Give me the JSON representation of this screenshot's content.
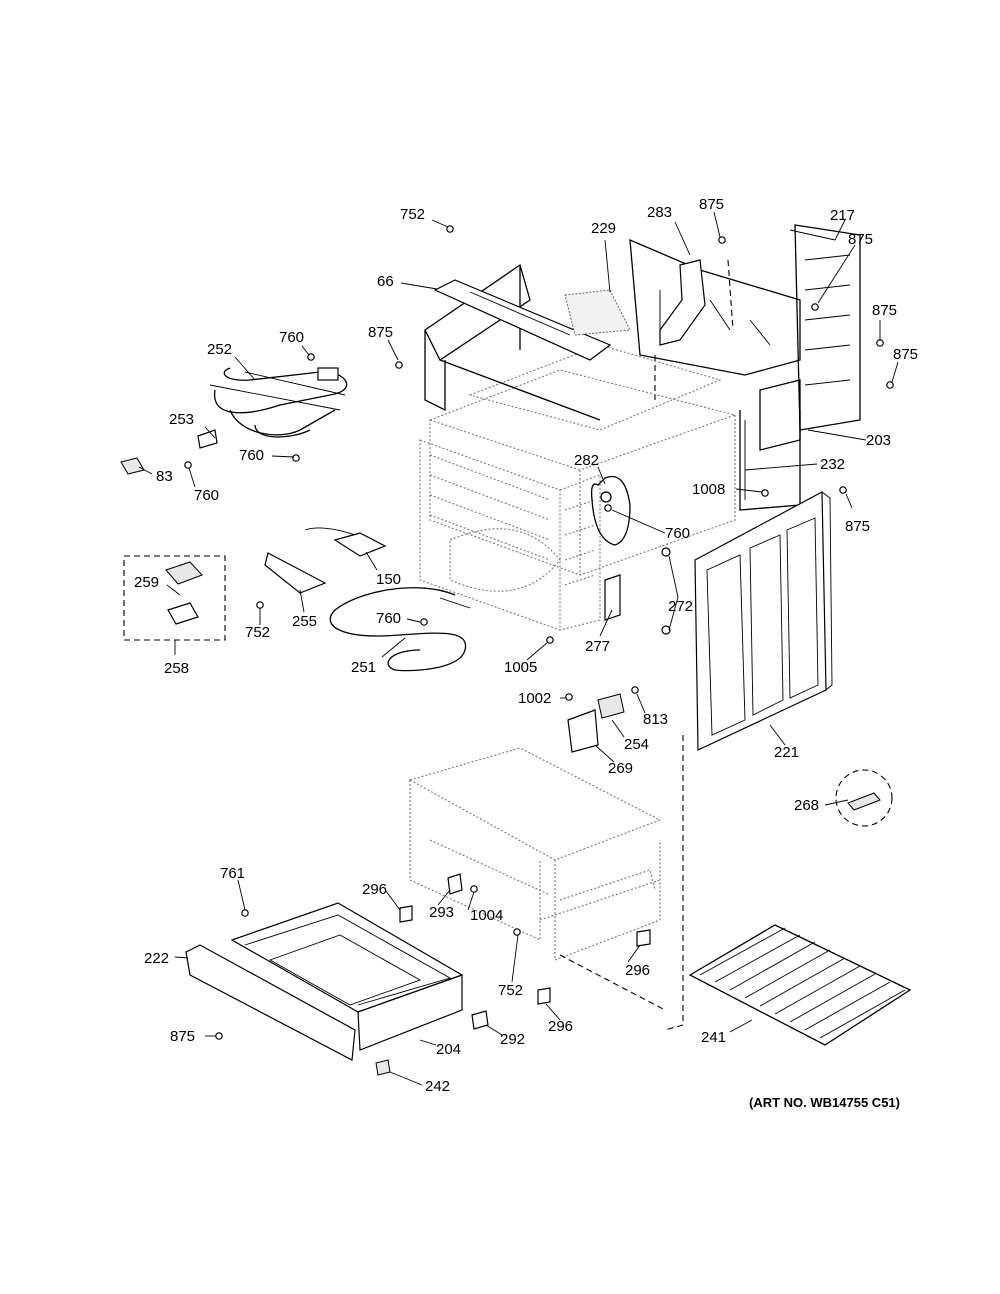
{
  "labels": {
    "l752a": "752",
    "l283": "283",
    "l875a": "875",
    "l217": "217",
    "l229": "229",
    "l875b": "875",
    "l66": "66",
    "l875c": "875",
    "l875d": "875",
    "l875e": "875",
    "l760a": "760",
    "l252": "252",
    "l203": "203",
    "l253": "253",
    "l760b": "760",
    "l232": "232",
    "l282": "282",
    "l83": "83",
    "l760c": "760",
    "l1008": "1008",
    "l875f": "875",
    "l760d": "760",
    "l150": "150",
    "l259": "259",
    "l272": "272",
    "l752b": "752",
    "l255": "255",
    "l760e": "760",
    "l277": "277",
    "l258": "258",
    "l251": "251",
    "l1005": "1005",
    "l1002": "1002",
    "l813": "813",
    "l254": "254",
    "l221": "221",
    "l269": "269",
    "l268": "268",
    "l761": "761",
    "l296a": "296",
    "l293": "293",
    "l1004": "1004",
    "l222": "222",
    "l296b": "296",
    "l752c": "752",
    "l296c": "296",
    "l875g": "875",
    "l292": "292",
    "l204": "204",
    "l241": "241",
    "l242": "242"
  },
  "art_number": "(ART NO. WB14755 C51)"
}
